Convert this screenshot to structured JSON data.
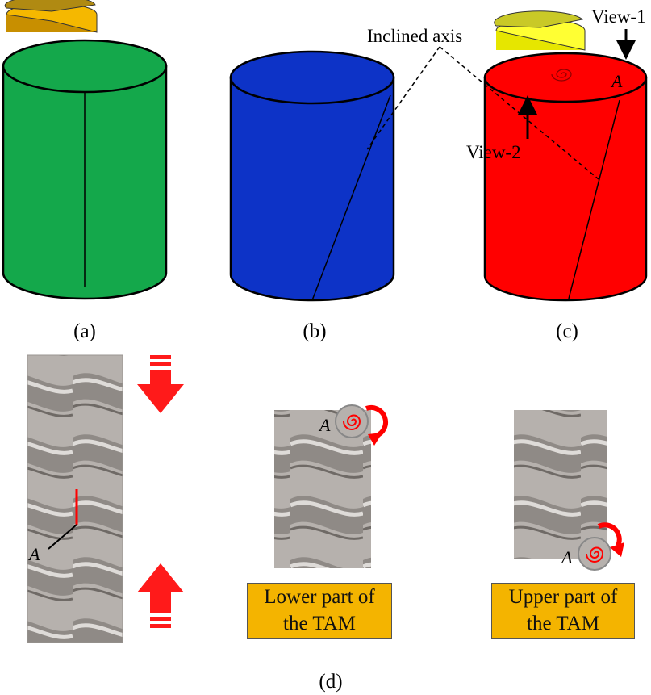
{
  "panels": {
    "a": {
      "label": "(a)",
      "fill": "#14a84b"
    },
    "b": {
      "label": "(b)",
      "fill": "#0d33c7"
    },
    "c": {
      "label": "(c)",
      "fill": "#ff0000"
    },
    "d": {
      "label": "(d)"
    }
  },
  "annotations": {
    "inclined_axis": "Inclined axis",
    "view1": "View-1",
    "view2": "View-2",
    "point": "A"
  },
  "boxes": {
    "lower": {
      "line1": "Lower part of",
      "line2": "the TAM"
    },
    "upper": {
      "line1": "Upper part of",
      "line2": "the TAM"
    }
  },
  "colors": {
    "coil": "#a9a39f",
    "arrow_red": "#ff1a1a",
    "box_fill": "#f4b400",
    "sector_a": "#f5b800",
    "sector_c": "#ffff33"
  }
}
